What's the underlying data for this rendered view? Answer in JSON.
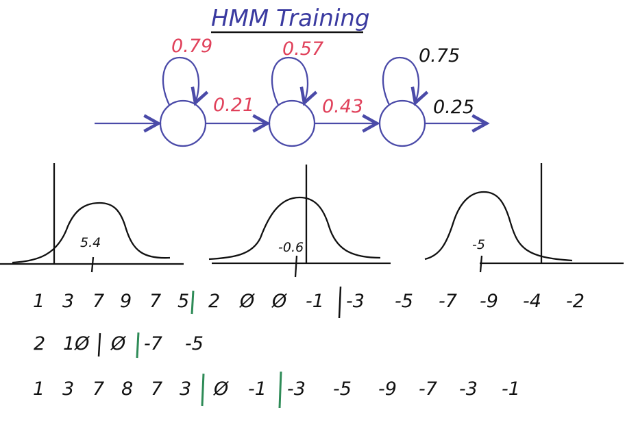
{
  "title": "HMM Training",
  "colors": {
    "state": "#4a4aa8",
    "red_prob": "#e0405a",
    "black": "#111111",
    "green_separator": "#2e8b57",
    "title": "#3a3aa0"
  },
  "transitions": {
    "self_1": "0.79",
    "forward_1": "0.21",
    "self_2": "0.57",
    "forward_2": "0.43",
    "self_3": "0.75",
    "exit_3": "0.25"
  },
  "gaussians": {
    "mean_1": "5.4",
    "mean_2": "-0.6",
    "mean_3": "-5"
  },
  "sequences": [
    {
      "tokens": [
        "1",
        "3",
        "7",
        "9",
        "7",
        "5",
        "2",
        "Ø",
        "Ø",
        "-1",
        "-3",
        "-5",
        "-7",
        "-9",
        "-4",
        "-2"
      ],
      "separators": [
        "green",
        "black"
      ]
    },
    {
      "tokens": [
        "2",
        "1Ø",
        "Ø",
        "-7",
        "-5"
      ],
      "separators": [
        "black",
        "green"
      ]
    },
    {
      "tokens": [
        "1",
        "3",
        "7",
        "8",
        "7",
        "3",
        "Ø",
        "-1",
        "-3",
        "-5",
        "-9",
        "-7",
        "-3",
        "-1"
      ],
      "separators": [
        "green",
        "green"
      ]
    }
  ]
}
